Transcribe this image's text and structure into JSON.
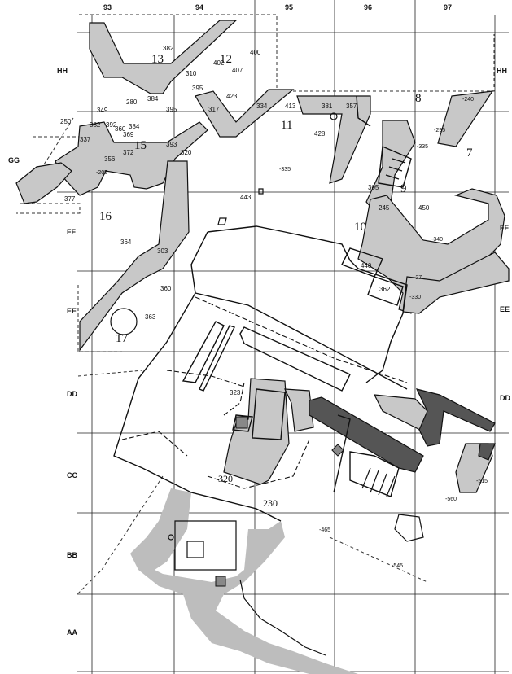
{
  "grid": {
    "columns": [
      "93",
      "94",
      "95",
      "96",
      "97"
    ],
    "rows": [
      "HH",
      "GG",
      "FF",
      "EE",
      "DD",
      "CC",
      "BB",
      "AA"
    ],
    "right_rows": [
      "HH",
      "FF",
      "EE",
      "DD"
    ]
  },
  "rooms": [
    "13",
    "12",
    "11",
    "8",
    "7",
    "9",
    "10",
    "15",
    "16",
    "17"
  ],
  "features": [
    "382",
    "310",
    "402",
    "407",
    "400",
    "395",
    "423",
    "384",
    "280",
    "395",
    "349",
    "317",
    "334",
    "413",
    "381",
    "357",
    "428",
    "392",
    "382",
    "360",
    "384",
    "369",
    "337",
    "393",
    "320",
    "372",
    "356",
    "250",
    "305",
    "443",
    "377",
    "364",
    "303",
    "440",
    "362",
    "360",
    "363",
    "323",
    "320",
    "230",
    "245",
    "450"
  ],
  "elevations": [
    "-240",
    "-295",
    "-335",
    "-205",
    "-335",
    "-340",
    "-27",
    "-330",
    "-515",
    "-560",
    "-465",
    "-545"
  ],
  "colors": {
    "wall_light": "#c8c8c8",
    "wall_dark": "#555555",
    "ground": "#bdbdbd",
    "line": "#111111"
  }
}
